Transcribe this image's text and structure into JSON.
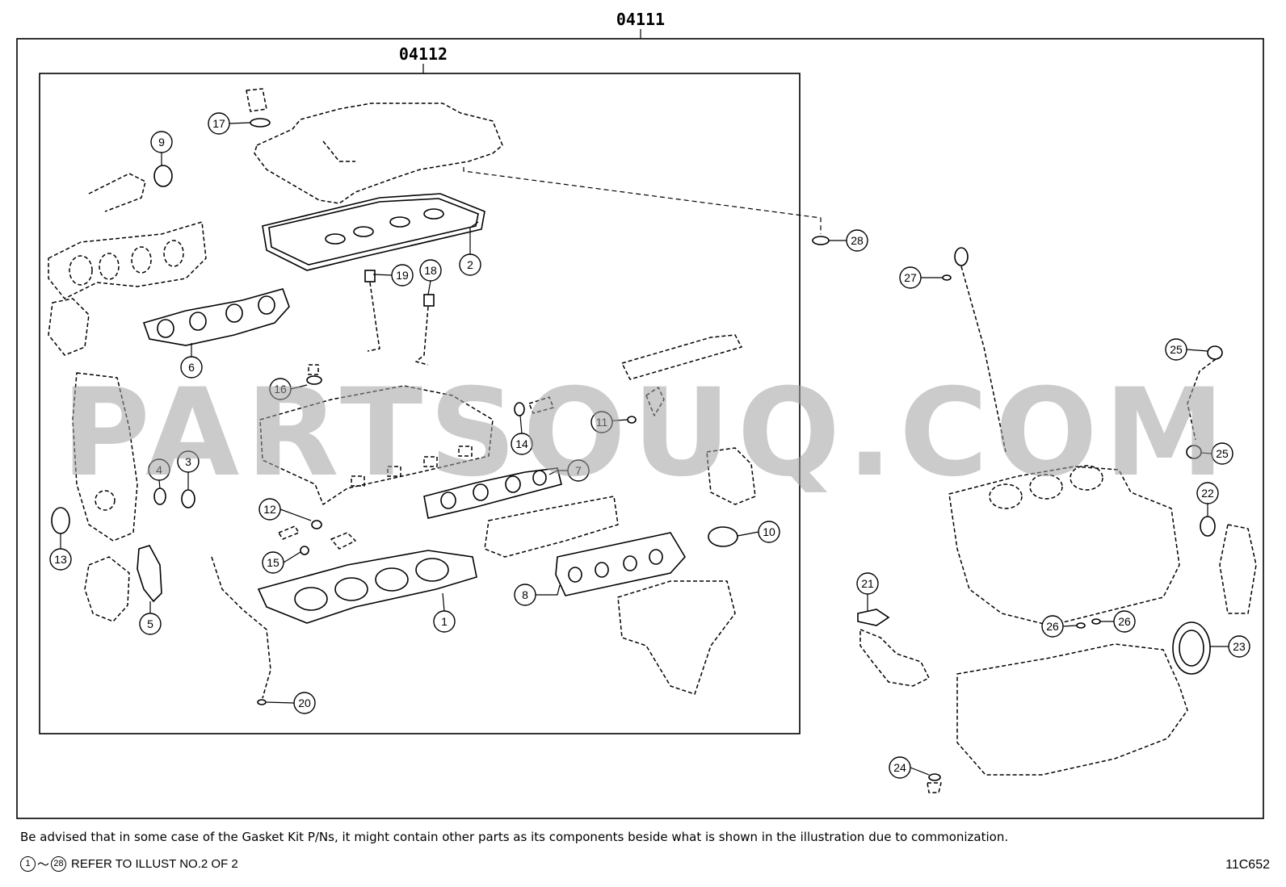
{
  "kit_codes": {
    "outer": "04111",
    "inner": "04112"
  },
  "watermark": "PARTSOUQ.COM",
  "callouts": [
    {
      "id": "c1",
      "label": "1"
    },
    {
      "id": "c2",
      "label": "2"
    },
    {
      "id": "c3",
      "label": "3"
    },
    {
      "id": "c4",
      "label": "4"
    },
    {
      "id": "c5",
      "label": "5"
    },
    {
      "id": "c6",
      "label": "6"
    },
    {
      "id": "c7",
      "label": "7"
    },
    {
      "id": "c8",
      "label": "8"
    },
    {
      "id": "c9",
      "label": "9"
    },
    {
      "id": "c10",
      "label": "10"
    },
    {
      "id": "c11",
      "label": "11"
    },
    {
      "id": "c12",
      "label": "12"
    },
    {
      "id": "c13",
      "label": "13"
    },
    {
      "id": "c14",
      "label": "14"
    },
    {
      "id": "c15",
      "label": "15"
    },
    {
      "id": "c16",
      "label": "16"
    },
    {
      "id": "c17",
      "label": "17"
    },
    {
      "id": "c18",
      "label": "18"
    },
    {
      "id": "c19",
      "label": "19"
    },
    {
      "id": "c20",
      "label": "20"
    },
    {
      "id": "c21",
      "label": "21"
    },
    {
      "id": "c22",
      "label": "22"
    },
    {
      "id": "c23",
      "label": "23"
    },
    {
      "id": "c24",
      "label": "24"
    },
    {
      "id": "c25a",
      "label": "25"
    },
    {
      "id": "c25b",
      "label": "25"
    },
    {
      "id": "c26a",
      "label": "26"
    },
    {
      "id": "c26b",
      "label": "26"
    },
    {
      "id": "c27",
      "label": "27"
    },
    {
      "id": "c28",
      "label": "28"
    }
  ],
  "footer": {
    "note": "Be advised that in some case of the Gasket Kit P/Ns,  it might contain other parts as its components beside what is shown in the illustration due to commonization.",
    "ref_start": "1",
    "ref_tilde": "～",
    "ref_end": "28",
    "ref_text": "REFER TO ILLUST NO.2 OF 2",
    "illustration_code": "11C652"
  }
}
